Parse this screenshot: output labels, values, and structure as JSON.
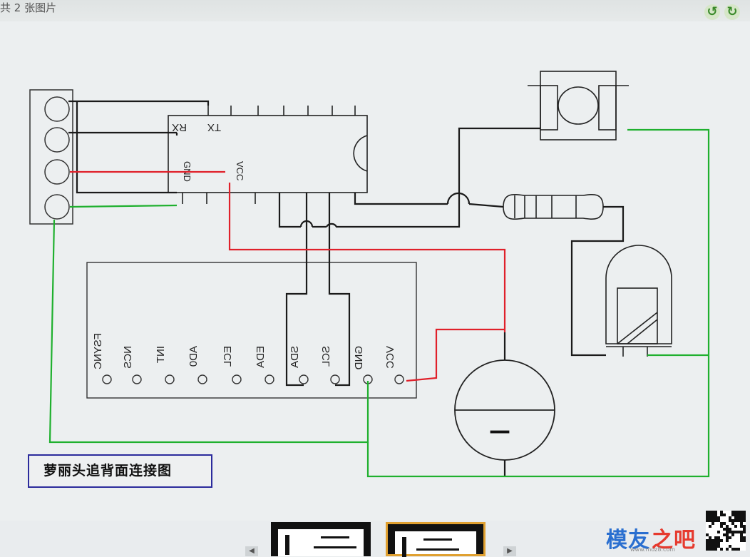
{
  "viewer": {
    "image_count": "共 2 张图片",
    "rotate_left": "↺",
    "rotate_right": "↻"
  },
  "diagram": {
    "caption": "萝丽头追背面连接图",
    "chip_pins": [
      "RX",
      "TX",
      "GND",
      "VCC"
    ],
    "sensor_pins": [
      "FSYNC",
      "NCS",
      "INT",
      "AD0",
      "ECL",
      "EDA",
      "SDA",
      "SCL",
      "GND",
      "VCC"
    ],
    "battery_sign": "—",
    "colors": {
      "wire_black": "#1a1a1a",
      "wire_red": "#e0202a",
      "wire_green": "#1fb02e"
    }
  },
  "footer": {
    "prev_arrow": "◀",
    "next_arrow": "▶",
    "logo_a": "模友",
    "logo_b": "之吧",
    "logo_url": "www.moz8.com"
  }
}
